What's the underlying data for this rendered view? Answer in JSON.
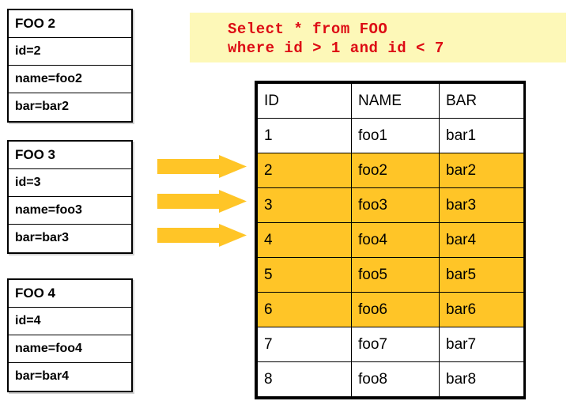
{
  "diagram": {
    "title": "SQL select with range filter over FOO table",
    "colors": {
      "highlight": "#ffc527",
      "arrow": "#ffc527",
      "sql_background": "#fdf8b8",
      "sql_text": "#dd0b14",
      "border": "#000000",
      "cell_background": "#ffffff"
    }
  },
  "records": [
    {
      "title": "FOO 2",
      "fields": [
        "id=2",
        "name=foo2",
        "bar=bar2"
      ]
    },
    {
      "title": "FOO 3",
      "fields": [
        "id=3",
        "name=foo3",
        "bar=bar3"
      ]
    },
    {
      "title": "FOO 4",
      "fields": [
        "id=4",
        "name=foo4",
        "bar=bar4"
      ]
    }
  ],
  "arrows": [
    {
      "name": "arrow-1",
      "direction": "right"
    },
    {
      "name": "arrow-2",
      "direction": "right"
    },
    {
      "name": "arrow-3",
      "direction": "right"
    }
  ],
  "sql": {
    "line1": "Select * from FOO",
    "line2": "where id > 1 and id < 7"
  },
  "table": {
    "columns": [
      "ID",
      "NAME",
      "BAR"
    ],
    "rows": [
      {
        "id": "1",
        "name": "foo1",
        "bar": "bar1",
        "highlighted": false
      },
      {
        "id": "2",
        "name": "foo2",
        "bar": "bar2",
        "highlighted": true
      },
      {
        "id": "3",
        "name": "foo3",
        "bar": "bar3",
        "highlighted": true
      },
      {
        "id": "4",
        "name": "foo4",
        "bar": "bar4",
        "highlighted": true
      },
      {
        "id": "5",
        "name": "foo5",
        "bar": "bar5",
        "highlighted": true
      },
      {
        "id": "6",
        "name": "foo6",
        "bar": "bar6",
        "highlighted": true
      },
      {
        "id": "7",
        "name": "foo7",
        "bar": "bar7",
        "highlighted": false
      },
      {
        "id": "8",
        "name": "foo8",
        "bar": "bar8",
        "highlighted": false
      }
    ]
  }
}
